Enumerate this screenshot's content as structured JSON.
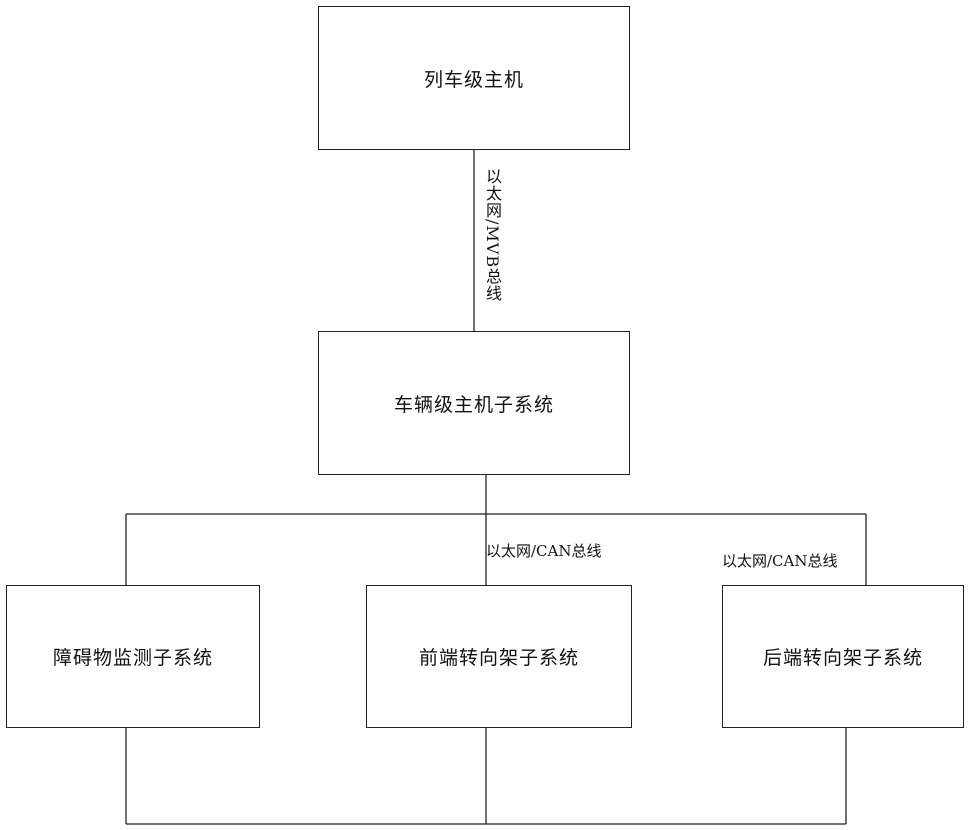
{
  "boxes": {
    "train_host": "列车级主机",
    "vehicle_host": "车辆级主机子系统",
    "obstacle": "障碍物监测子系统",
    "front_bogie": "前端转向架子系统",
    "rear_bogie": "后端转向架子系统"
  },
  "links": {
    "top": "以太网/MVB总线",
    "mid": "以太网/CAN总线",
    "right": "以太网/CAN总线"
  }
}
